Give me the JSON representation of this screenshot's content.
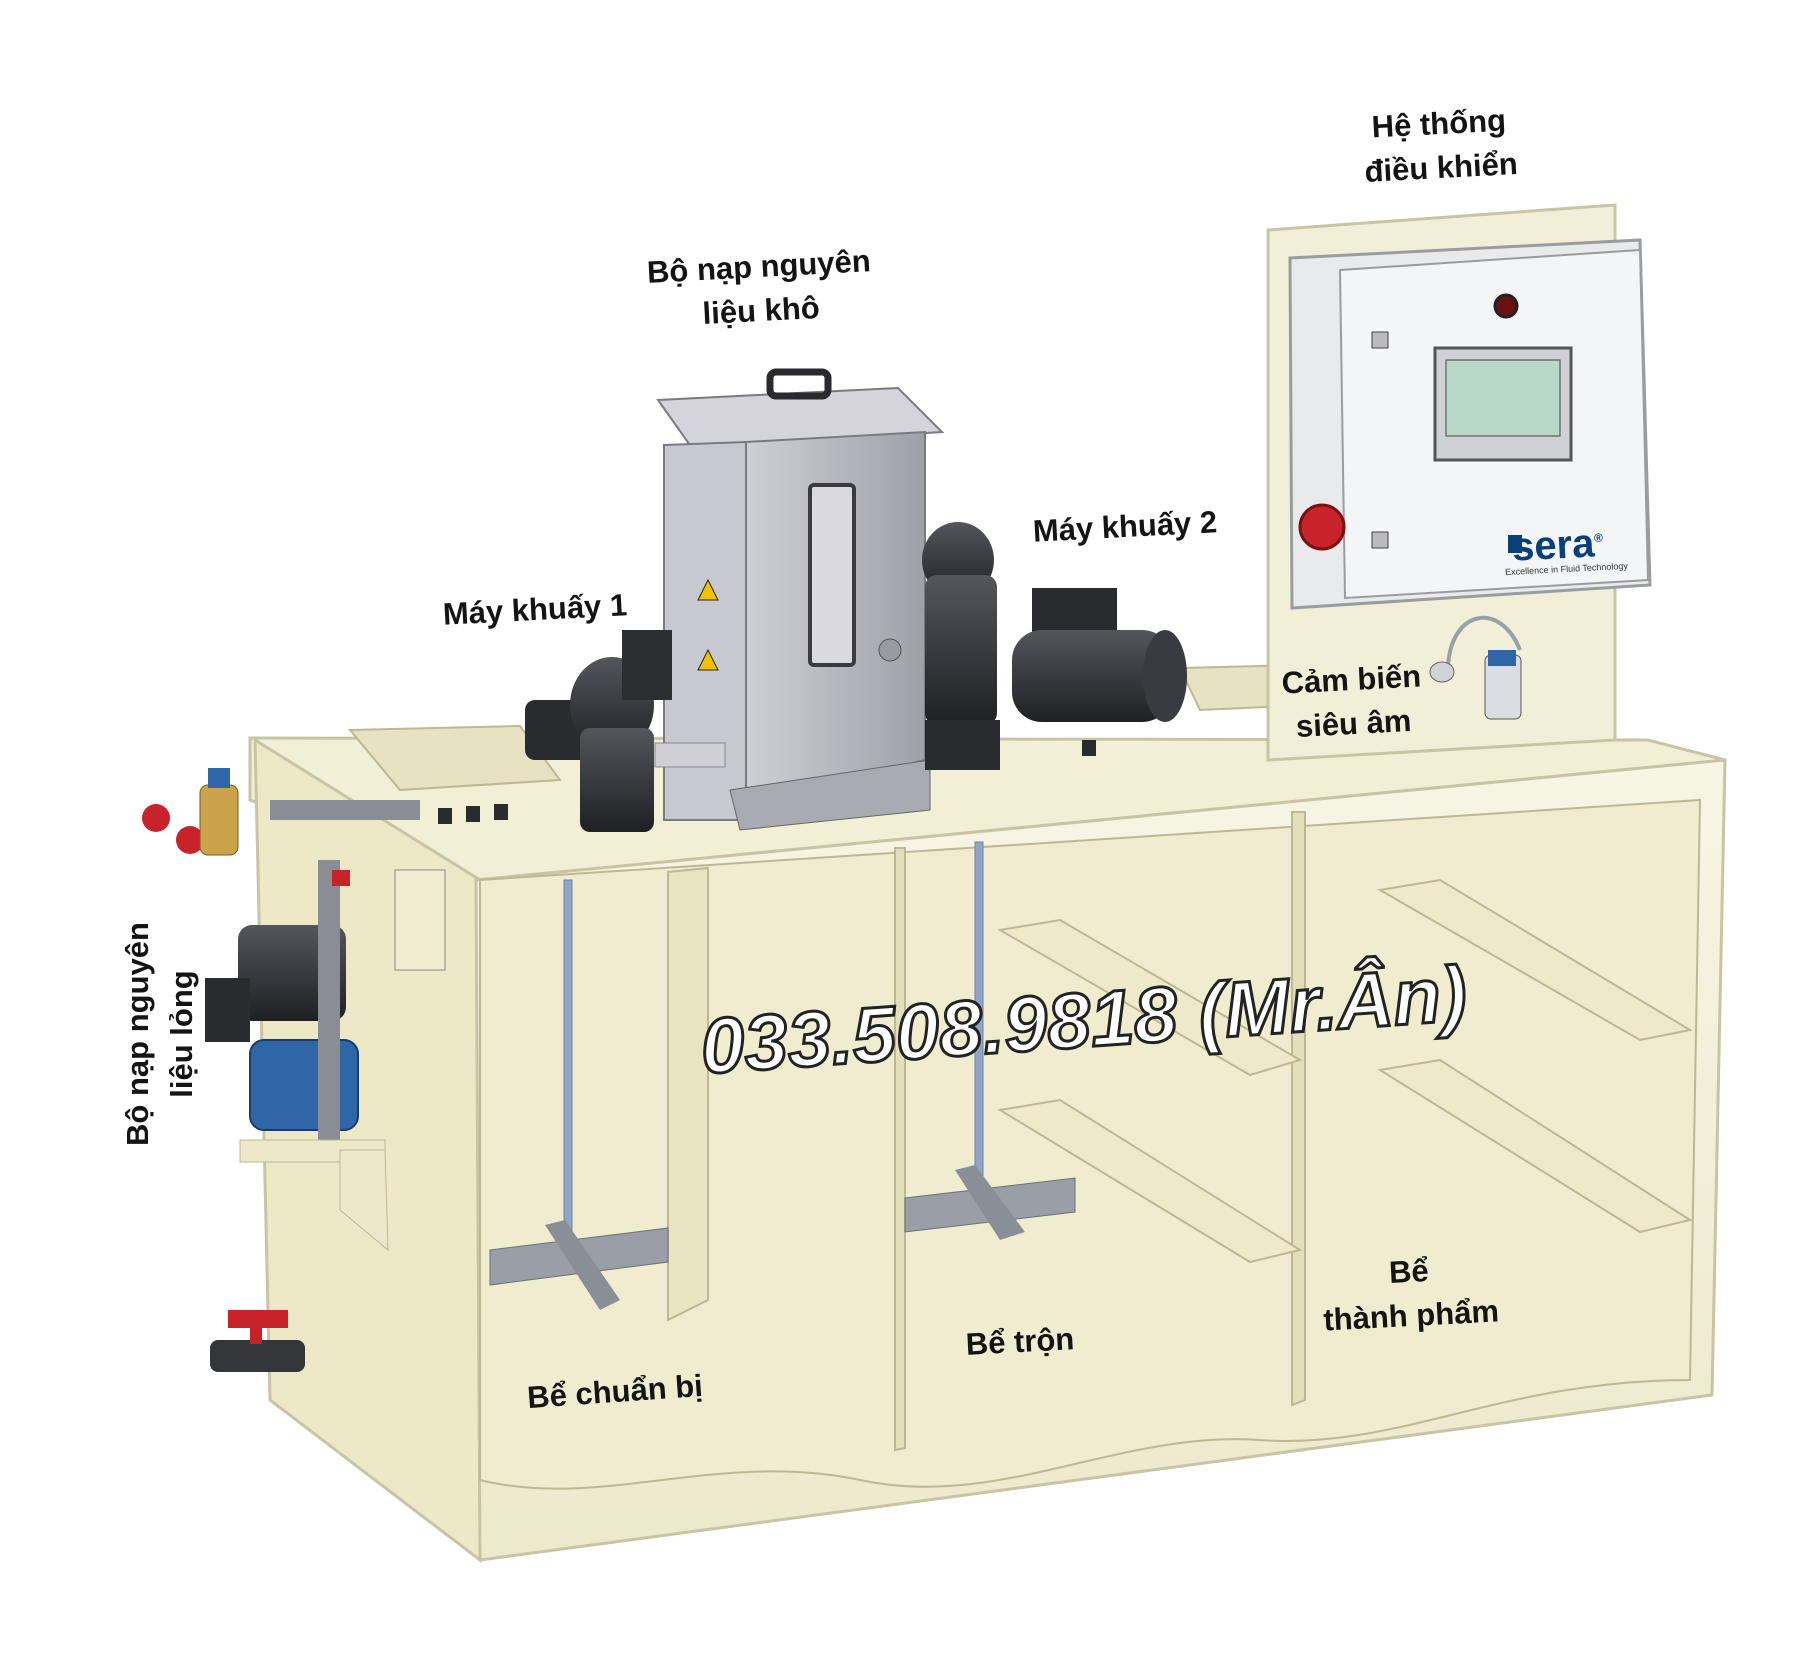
{
  "labels": {
    "control_system": [
      "Hệ thống",
      "điều khiển"
    ],
    "dry_feeder": [
      "Bộ nạp nguyên",
      "liệu khô"
    ],
    "mixer_2": "Máy khuấy 2",
    "mixer_1": "Máy khuấy 1",
    "ultrasonic_sensor": [
      "Cảm biến",
      "siêu âm"
    ],
    "liquid_feeder": [
      "Bộ nạp nguyên",
      "liệu lỏng"
    ],
    "prep_tank": "Bể chuẩn bị",
    "mixing_tank": "Bể trộn",
    "product_tank": [
      "Bể",
      "thành phẩm"
    ]
  },
  "watermark": "033.508.9818 (Mr.Ân)",
  "brand": {
    "name": "sera",
    "mark": "®",
    "tagline": "Excellence in Fluid Technology"
  },
  "colors": {
    "tank_fill": "#f2f0d8",
    "tank_edge": "#c8c4a4",
    "steel": "#b9b9c0",
    "motor": "#2d2e32",
    "pump_blue": "#2f66a8",
    "valve_red": "#c8232a",
    "brand_blue": "#0a3f78"
  }
}
